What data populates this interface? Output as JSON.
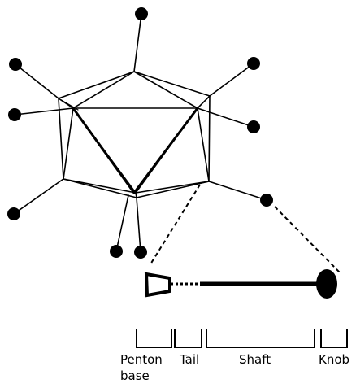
{
  "colors": {
    "ink": "#000000",
    "background": "#ffffff"
  },
  "labels": {
    "penton_base_line1": "Penton",
    "penton_base_line2": "base",
    "tail": "Tail",
    "shaft": "Shaft",
    "knob": "Knob"
  }
}
